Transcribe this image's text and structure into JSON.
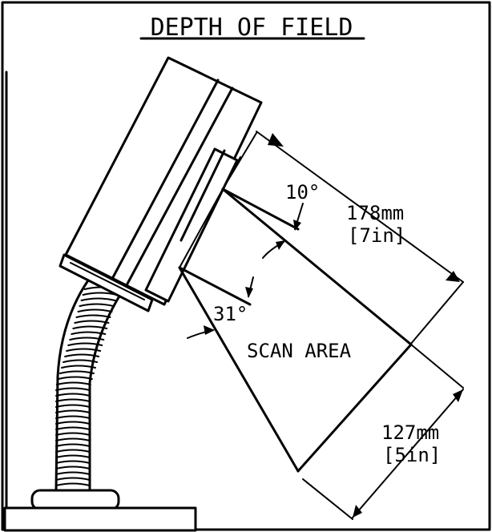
{
  "title": "DEPTH OF FIELD",
  "labels": {
    "angle_small": "10°",
    "angle_large": "31°",
    "scan_area": "SCAN AREA",
    "depth_mm": "178mm",
    "depth_in": "[7in]",
    "width_mm": "127mm",
    "width_in": "[5in]"
  }
}
